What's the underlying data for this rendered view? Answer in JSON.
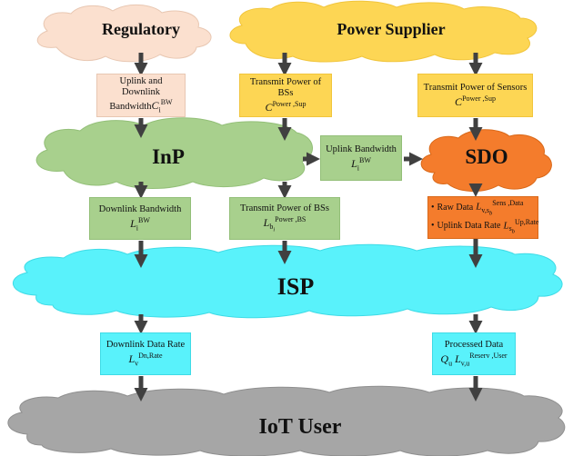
{
  "clouds": {
    "regulatory": "Regulatory",
    "power_supplier": "Power Supplier",
    "inp": "InP",
    "sdo": "SDO",
    "isp": "ISP",
    "iot_user": "IoT User"
  },
  "boxes": {
    "reg_bandwidth": {
      "line1": "Uplink and",
      "line2": "Downlink",
      "line3": "Bandwidth",
      "sym": "C",
      "sub": "i",
      "sup": "BW"
    },
    "bs_power_sup": {
      "text": "Transmit Power of BSs",
      "sym": "C",
      "sup": "Power ,Sup"
    },
    "sensor_power": {
      "text": "Transmit Power of Sensors",
      "sym": "C",
      "sup": "Power ,Sup"
    },
    "uplink_bw": {
      "text": "Uplink Bandwidth",
      "sym": "L",
      "sub": "i",
      "sup": "BW"
    },
    "downlink_bw": {
      "text": "Downlink Bandwidth",
      "sym": "L",
      "sub": "i",
      "sup": "BW"
    },
    "bs_power_bs": {
      "text": "Transmit Power of BSs",
      "sym": "L",
      "sub": "b",
      "subsub": "i",
      "sup": "Power ,BS"
    },
    "sdo_out": {
      "item1": "Raw Data",
      "item1_sym": "L",
      "item1_sub": "v,s",
      "item1_subsub": "b",
      "item1_sup": "Sens ,Data",
      "item2": "Uplink Data Rate",
      "item2_sym": "L",
      "item2_sub": "s",
      "item2_subsub": "b",
      "item2_sup": "Up,Rate"
    },
    "downlink_rate": {
      "text": "Downlink Data Rate",
      "sym": "L",
      "sub": "v",
      "sup": "Dn,Rate"
    },
    "processed_data": {
      "text": "Processed Data",
      "sym1": "Q",
      "sub1": "u",
      "sym2": "L",
      "sub2": "v,u",
      "sup2": "Reserv ,User"
    }
  },
  "colors": {
    "peach": "#fbe0cf",
    "yellow": "#fdd654",
    "green": "#a8d08d",
    "orange": "#f47c2c",
    "cyan": "#59f2fb",
    "gray": "#a6a6a6",
    "arrow": "#404040"
  }
}
